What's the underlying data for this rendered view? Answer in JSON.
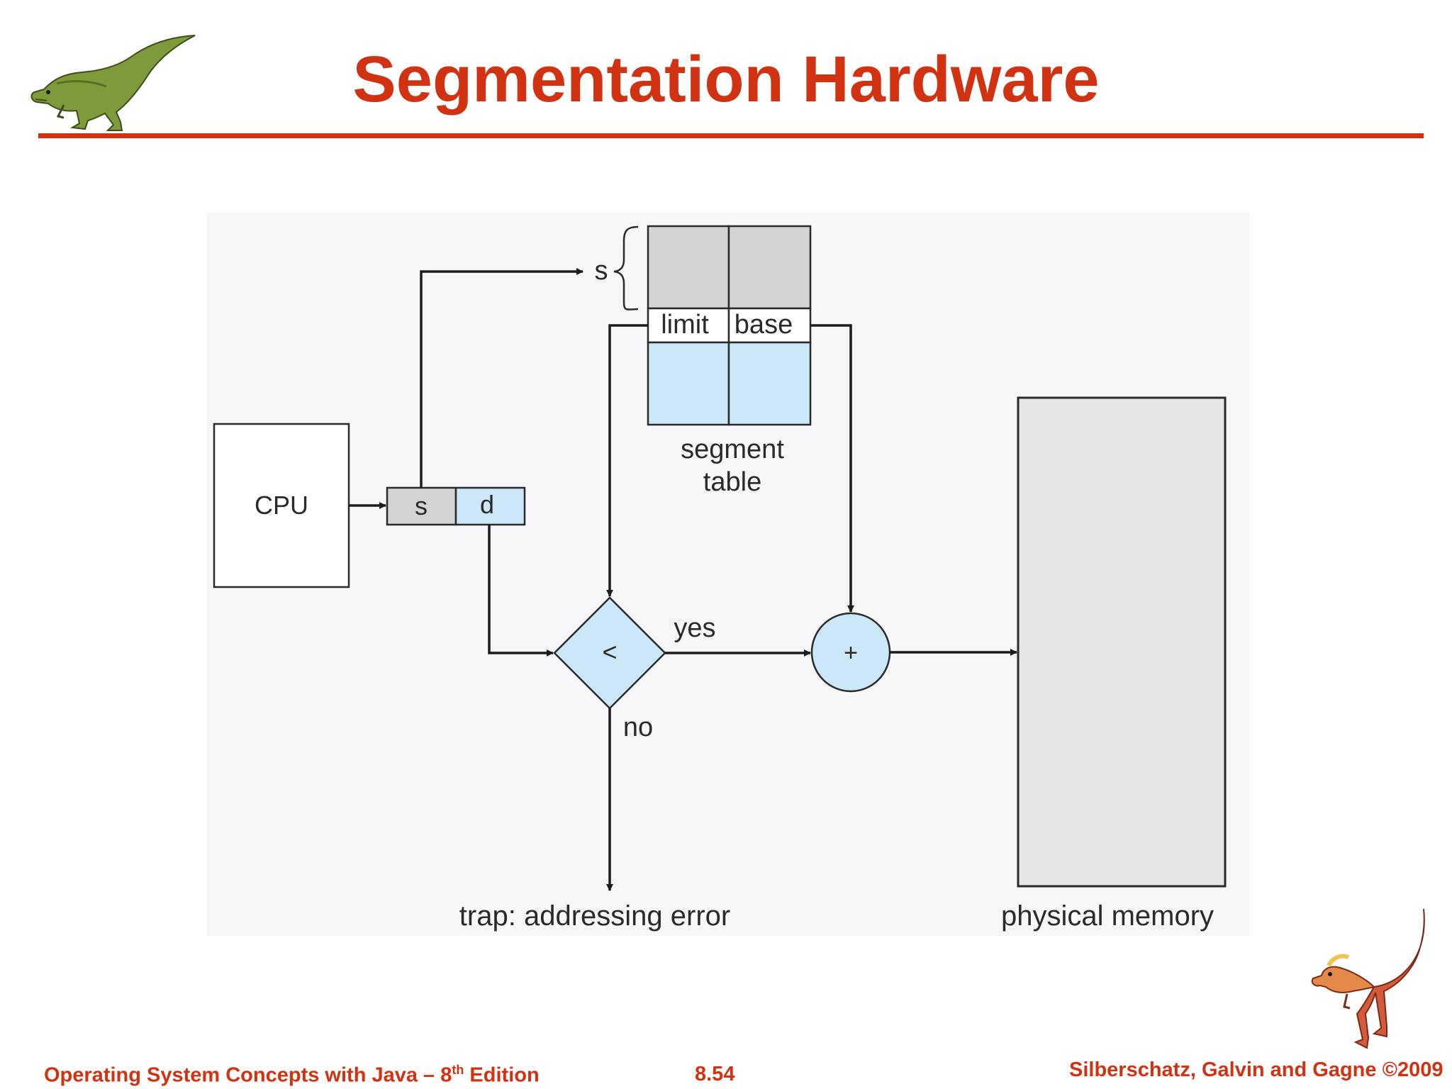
{
  "slide": {
    "title": "Segmentation Hardware",
    "footer": {
      "book_title": "Operating System Concepts  with Java – 8",
      "edition_sup": "th",
      "edition_suffix": " Edition",
      "page_number": "8.54",
      "authors": "Silberschatz, Galvin and Gagne ©2009"
    }
  },
  "diagram": {
    "cpu_label": "CPU",
    "address_s": "s",
    "address_d": "d",
    "segment_index_label": "s",
    "limit_label": "limit",
    "base_label": "base",
    "segment_table_label_line1": "segment",
    "segment_table_label_line2": "table",
    "compare_symbol": "<",
    "adder_symbol": "+",
    "yes_label": "yes",
    "no_label": "no",
    "trap_label": "trap: addressing error",
    "memory_label": "physical memory"
  },
  "colors": {
    "title_red": "#d13212",
    "light_blue": "#cce8f8",
    "gray_cell": "#d4d4d6",
    "memory_fill": "#e6e6e8",
    "diagram_bg": "#f7f7f9"
  }
}
